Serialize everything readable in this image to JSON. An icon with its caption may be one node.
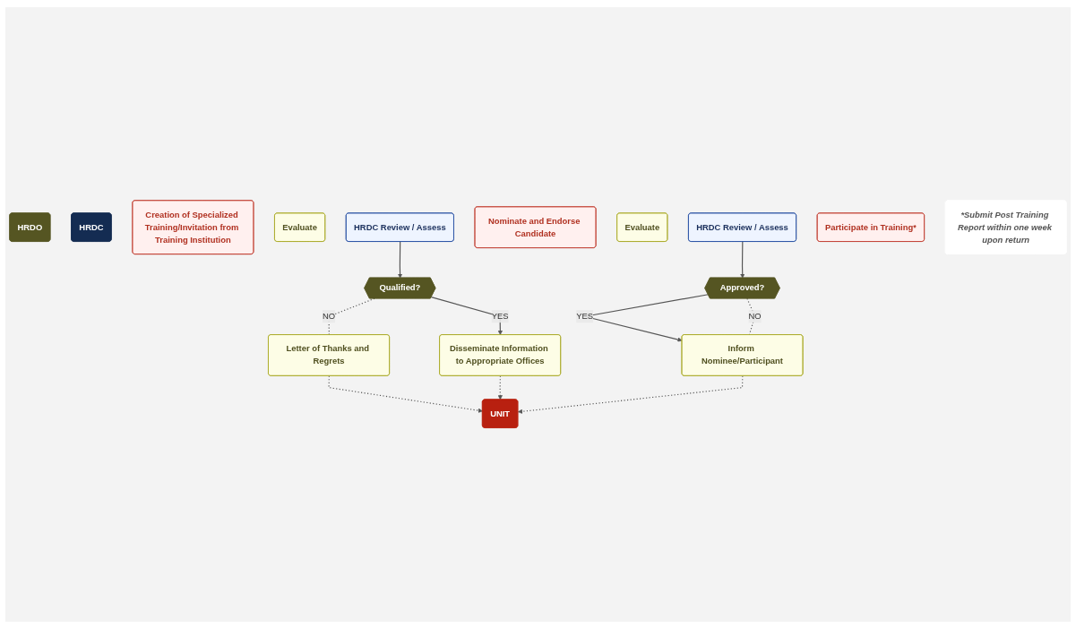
{
  "diagram": {
    "nodes": [
      {
        "text": [
          "UNIT"
        ]
      },
      {
        "text": [
          "HRDO"
        ]
      },
      {
        "text": [
          "HRDC"
        ]
      },
      {
        "text": [
          "Creation of Specialized Training/Invitation from Training Institution"
        ]
      },
      {
        "text": [
          "Evaluate"
        ]
      },
      {
        "text": [
          "HRDC Review / Assess"
        ]
      },
      {
        "text": [
          "Qualified?"
        ]
      },
      {
        "text": [
          "Letter of Thanks and Regrets"
        ]
      },
      {
        "text": [
          "Disseminate Information to Appropriate Offices"
        ]
      },
      {
        "text": [
          "Nominate and Endorse Candidate"
        ]
      },
      {
        "text": [
          "Evaluate"
        ]
      },
      {
        "text": [
          "HRDC Review / Assess"
        ]
      },
      {
        "text": [
          "Approved?"
        ]
      },
      {
        "text": [
          "Inform Nominee/Participant"
        ]
      },
      {
        "text": [
          "Participate in Training*"
        ]
      },
      {
        "text": [
          "*Submit Post Training Report within one week upon return"
        ]
      }
    ],
    "edges": [
      {
        "from": 5,
        "to": 6,
        "arrow": "to"
      },
      {
        "from": 6,
        "to": 7,
        "label": "NO",
        "arrow": "none",
        "style": "dashed"
      },
      {
        "from": 6,
        "to": 8,
        "label": "YES",
        "arrow": "to"
      },
      {
        "from": 7,
        "to": 0,
        "arrow": "to",
        "style": "dashed"
      },
      {
        "from": 8,
        "to": 0,
        "arrow": "to",
        "style": "dashed"
      },
      {
        "from": 11,
        "to": 12,
        "arrow": "to"
      },
      {
        "from": 12,
        "to": 13,
        "label": "YES",
        "arrow": "to"
      },
      {
        "from": 12,
        "to": 13,
        "label": "NO",
        "arrow": "none",
        "style": "dashed"
      },
      {
        "from": 13,
        "to": 0,
        "arrow": "to",
        "style": "dashed"
      }
    ]
  }
}
